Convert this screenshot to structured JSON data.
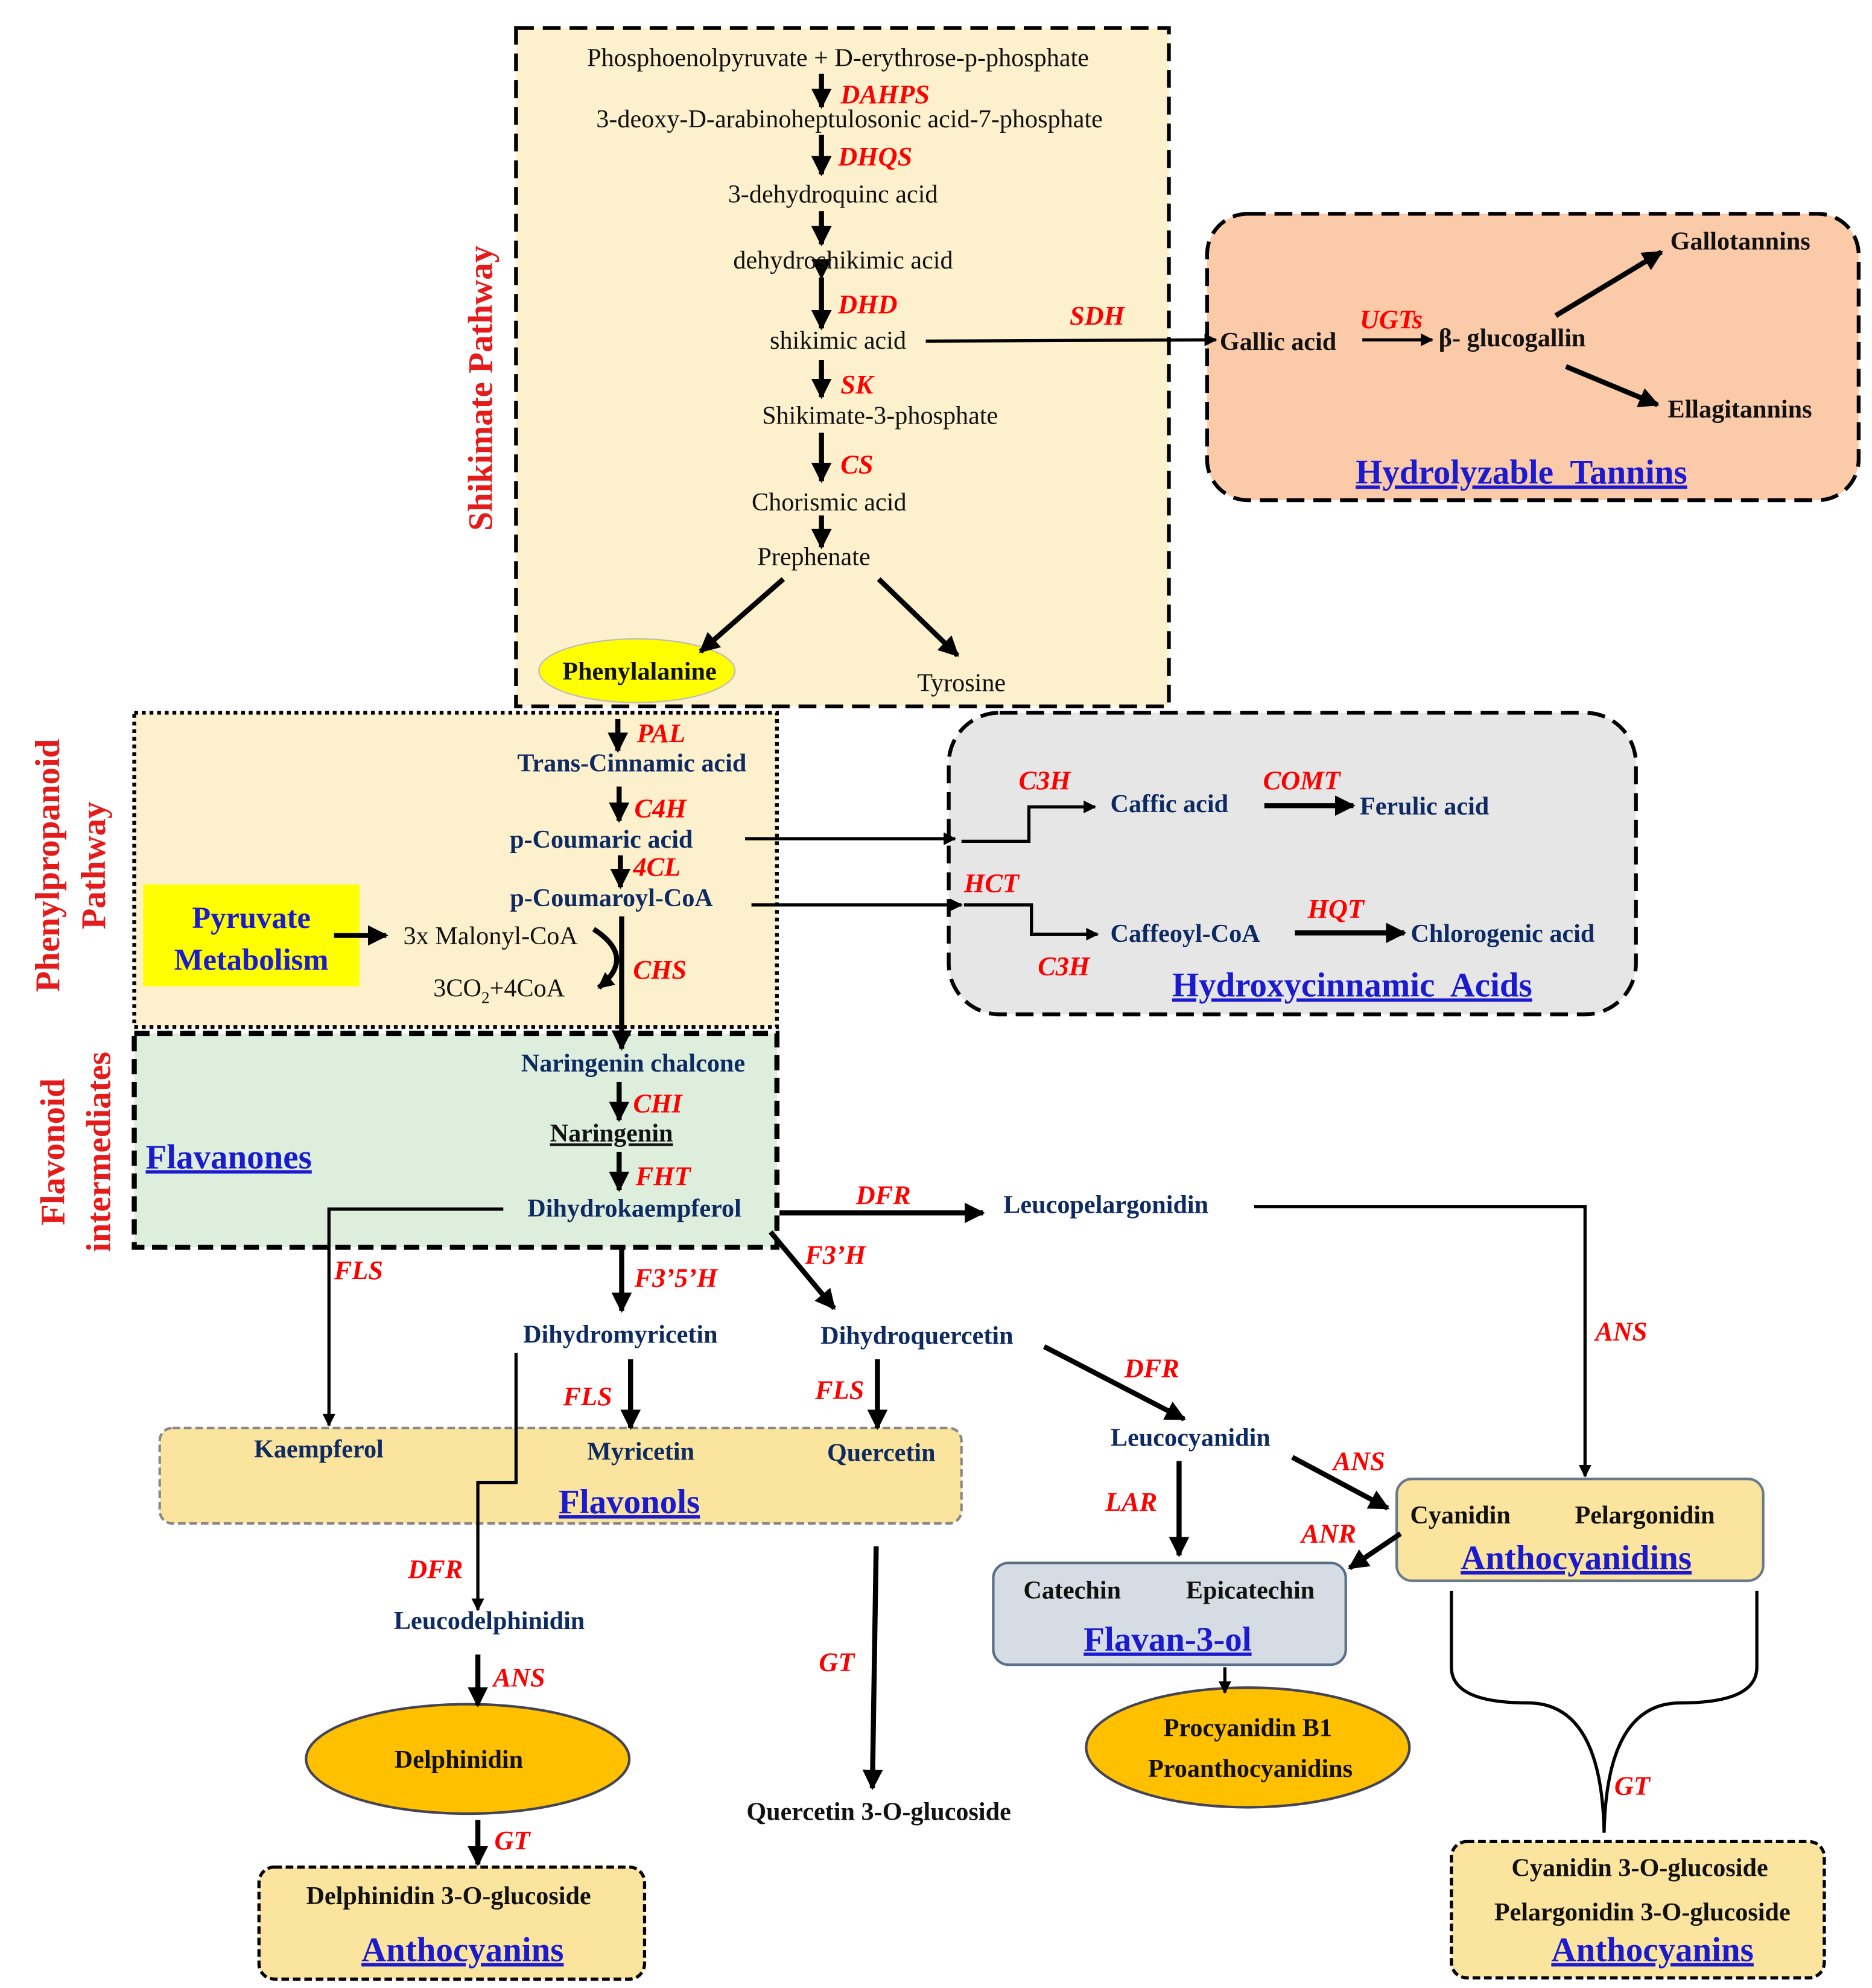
{
  "side_titles": {
    "shikimate": "Shikimate Pathway",
    "phenyl_1": "Phenylpropanoid",
    "phenyl_2": "Pathway",
    "flav_1": "Flavonoid",
    "flav_2": "intermediates"
  },
  "shikimate": {
    "pep": "Phosphoenolpyruvate + D-erythrose-p-phosphate",
    "dahp": "3-deoxy-D-arabinoheptulosonic acid-7-phosphate",
    "dhq": "3-dehydroquinc acid",
    "dhs": "dehydroshikimic acid",
    "shikimic": "shikimic acid",
    "s3p": "Shikimate-3-phosphate",
    "chorismic": "Chorismic acid",
    "prephenate": "Prephenate",
    "phenylalanine": "Phenylalanine",
    "tyrosine": "Tyrosine"
  },
  "tannins": {
    "gallic": "Gallic acid",
    "glucogallin": "β- glucogallin",
    "gallotannins": "Gallotannins",
    "ellagitannins": "Ellagitannins",
    "title": "Hydrolyzable  Tannins"
  },
  "phenylpropanoid": {
    "cinnamic": "Trans-Cinnamic acid",
    "coumaric": "p-Coumaric acid",
    "coumaroyl": "p-Coumaroyl-CoA",
    "malonyl": "3x Malonyl-CoA",
    "co2": "3CO",
    "co2_sub": "2",
    "co2_rest": "+4CoA",
    "pyruvate_1": "Pyruvate",
    "pyruvate_2": "Metabolism"
  },
  "hydroxycinnamic": {
    "caffic": "Caffic acid",
    "ferulic": "Ferulic acid",
    "caffeoyl": "Caffeoyl-CoA",
    "chlorogenic": "Chlorogenic acid",
    "title": "Hydroxycinnamic  Acids"
  },
  "flavonoid": {
    "chalcone": "Naringenin chalcone",
    "naringenin": "Naringenin",
    "dhk": "Dihydrokaempferol",
    "flavanones": "Flavanones"
  },
  "downstream": {
    "leucopelargonidin": "Leucopelargonidin",
    "dihydromyricetin": "Dihydromyricetin",
    "dihydroquercetin": "Dihydroquercetin",
    "kaempferol": "Kaempferol",
    "myricetin": "Myricetin",
    "quercetin": "Quercetin",
    "flavonols": "Flavonols",
    "leucodelphinidin": "Leucodelphinidin",
    "delphinidin": "Delphinidin",
    "delph_glc": "Delphinidin 3-O-glucoside",
    "anthocyanins_1": "Anthocyanins",
    "quercetin_glc": "Quercetin 3-O-glucoside",
    "leucocyanidin": "Leucocyanidin",
    "catechin": "Catechin",
    "epicatechin": "Epicatechin",
    "flavan3ol": "Flavan-3-ol",
    "procyanidin": "Procyanidin B1",
    "proanthocyanidins": "Proanthocyanidins",
    "cyanidin": "Cyanidin",
    "pelargonidin": "Pelargonidin",
    "anthocyanidins": "Anthocyanidins",
    "cyan_glc": "Cyanidin 3-O-glucoside",
    "pelarg_glc": "Pelargonidin 3-O-glucoside",
    "anthocyanins_2": "Anthocyanins"
  },
  "enzymes": {
    "dahps": "DAHPS",
    "dhqs": "DHQS",
    "dhd": "DHD",
    "sk": "SK",
    "cs": "CS",
    "sdh": "SDH",
    "ugts": "UGTs",
    "pal": "PAL",
    "c4h": "C4H",
    "cl4": "4CL",
    "chs": "CHS",
    "c3h_1": "C3H",
    "comt": "COMT",
    "hct": "HCT",
    "c3h_2": "C3H",
    "hqt": "HQT",
    "chi": "CHI",
    "fht": "FHT",
    "dfr_1": "DFR",
    "fls_1": "FLS",
    "f35h": "F3’5’H",
    "f3h": "F3’H",
    "fls_2": "FLS",
    "fls_3": "FLS",
    "dfr_2": "DFR",
    "ans_1": "ANS",
    "gt_1": "GT",
    "gt_2": "GT",
    "dfr_3": "DFR",
    "lar": "LAR",
    "ans_2": "ANS",
    "anr": "ANR",
    "ans_3": "ANS",
    "gt_3": "GT"
  },
  "colors": {
    "enzyme": "#ff0000",
    "compound": "#0d2a62",
    "group_title": "#1a1ad0",
    "shikimate_box": "#fdf0cc",
    "tannin_box": "#fbcaa8",
    "hca_box": "#e6e6e6",
    "flavanone_box": "#ddeedd",
    "flavonol_box": "#fbe49e",
    "ellipse_orange": "#ffc000",
    "highlight_yellow": "#ffff00"
  }
}
